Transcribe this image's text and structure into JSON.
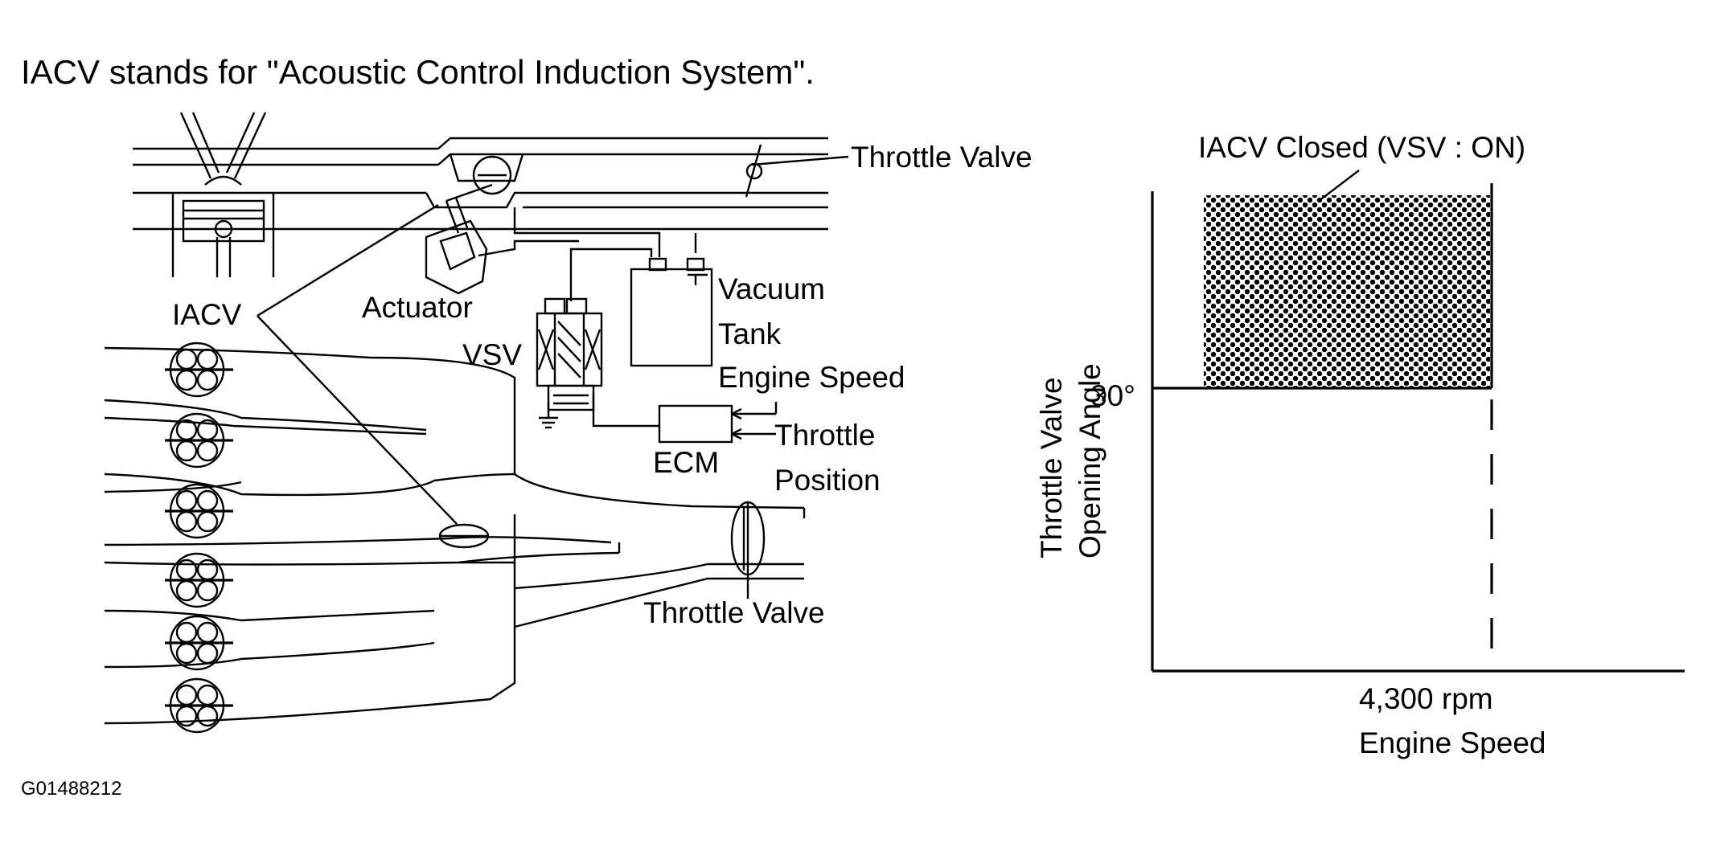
{
  "heading": "IACV stands for \"Acoustic Control Induction System\".",
  "figure_code": "G01488212",
  "diagram": {
    "labels": {
      "throttle_valve_top": "Throttle Valve",
      "iacv": "IACV",
      "actuator": "Actuator",
      "vsv": "VSV",
      "vacuum": "Vacuum",
      "tank": "Tank",
      "engine_speed": "Engine Speed",
      "throttle": "Throttle",
      "position": "Position",
      "ecm": "ECM",
      "throttle_valve_bottom": "Throttle Valve"
    }
  },
  "graph": {
    "region_label": "IACV Closed (VSV : ON)",
    "y_label_line1": "Throttle Valve",
    "y_label_line2": "Opening Angle",
    "y_threshold_label": "30°",
    "y_threshold_value": 30,
    "x_threshold_label": "4,300 rpm",
    "x_threshold_value": 4300,
    "x_label": "Engine Speed",
    "colors": {
      "line": "#000000",
      "dots": "#000000",
      "background": "#ffffff"
    }
  }
}
